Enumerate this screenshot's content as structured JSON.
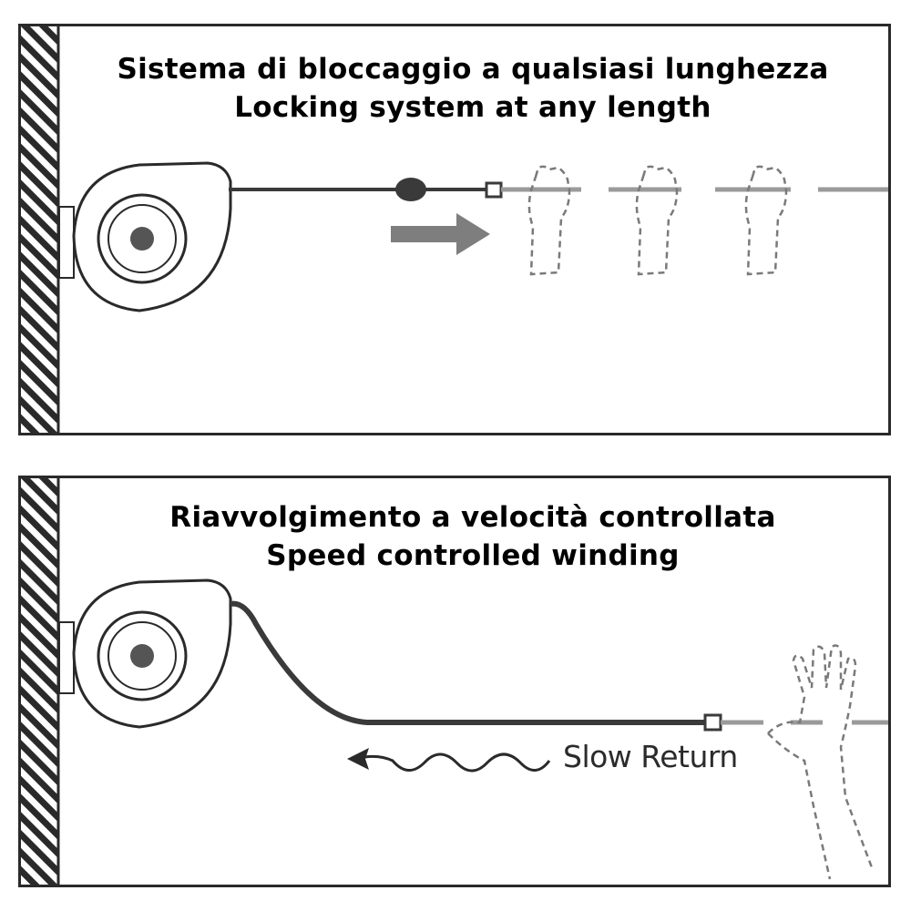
{
  "panels": [
    {
      "title_it": "Sistema di bloccaggio a qualsiasi lunghezza",
      "title_en": "Locking system at any length"
    },
    {
      "title_it": "Riavvolgimento a velocità controllata",
      "title_en": "Speed controlled winding",
      "label": "Slow Return"
    }
  ],
  "icons": {
    "wall": "hatched-wall-icon",
    "reel": "hose-reel-icon",
    "arrow": "right-arrow-icon",
    "hand": "hand-icon",
    "wave_arrow": "wavy-left-arrow-icon"
  },
  "colors": {
    "line": "#2a2a2a",
    "hose": "#4a4a4a",
    "gray": "#8a8a8a",
    "dash": "#7a7a7a"
  }
}
